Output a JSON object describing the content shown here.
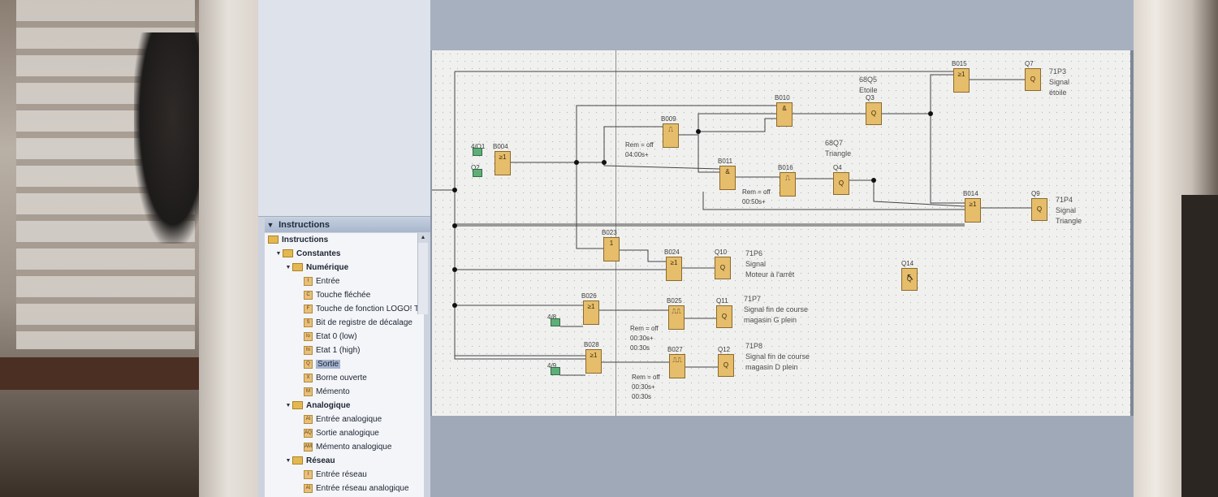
{
  "colors": {
    "block_fill": "#e6bd6b",
    "block_border": "#8a6a2a",
    "input_green": "#5fae78",
    "canvas_bg": "#f0f0ef",
    "pane_bg": "#ccd3df"
  },
  "panel": {
    "header": "Instructions",
    "tree": [
      {
        "label": "Instructions",
        "level": 0,
        "type": "folder",
        "bold": true
      },
      {
        "label": "Constantes",
        "level": 1,
        "type": "folder",
        "bold": true,
        "expanded": true
      },
      {
        "label": "Numérique",
        "level": 2,
        "type": "folder",
        "bold": true,
        "expanded": true
      },
      {
        "label": "Entrée",
        "level": 3,
        "type": "leaf",
        "icon": "I"
      },
      {
        "label": "Touche fléchée",
        "level": 3,
        "type": "leaf",
        "icon": "C"
      },
      {
        "label": "Touche de fonction LOGO! T",
        "level": 3,
        "type": "leaf",
        "icon": "F"
      },
      {
        "label": "Bit de registre de décalage",
        "level": 3,
        "type": "leaf",
        "icon": "S"
      },
      {
        "label": "Etat 0 (low)",
        "level": 3,
        "type": "leaf",
        "icon": "lo"
      },
      {
        "label": "Etat 1 (high)",
        "level": 3,
        "type": "leaf",
        "icon": "hi"
      },
      {
        "label": "Sortie",
        "level": 3,
        "type": "leaf",
        "icon": "Q",
        "selected": true
      },
      {
        "label": "Borne ouverte",
        "level": 3,
        "type": "leaf",
        "icon": "X"
      },
      {
        "label": "Mémento",
        "level": 3,
        "type": "leaf",
        "icon": "M"
      },
      {
        "label": "Analogique",
        "level": 2,
        "type": "folder",
        "bold": true,
        "expanded": true
      },
      {
        "label": "Entrée analogique",
        "level": 3,
        "type": "leaf",
        "icon": "AI"
      },
      {
        "label": "Sortie analogique",
        "level": 3,
        "type": "leaf",
        "icon": "AQ"
      },
      {
        "label": "Mémento analogique",
        "level": 3,
        "type": "leaf",
        "icon": "AM"
      },
      {
        "label": "Réseau",
        "level": 2,
        "type": "folder",
        "bold": true,
        "expanded": true
      },
      {
        "label": "Entrée réseau",
        "level": 3,
        "type": "leaf",
        "icon": "I"
      },
      {
        "label": "Entrée réseau analogique",
        "level": 3,
        "type": "leaf",
        "icon": "AI"
      }
    ]
  },
  "diagram": {
    "blocks": [
      {
        "id": "B004",
        "symbol": "≥1"
      },
      {
        "id": "B009",
        "symbol": "⎍"
      },
      {
        "id": "B010",
        "symbol": "&"
      },
      {
        "id": "B011",
        "symbol": "&"
      },
      {
        "id": "B015",
        "symbol": "≥1"
      },
      {
        "id": "B016",
        "symbol": "⎍"
      },
      {
        "id": "B014",
        "symbol": "≥1"
      },
      {
        "id": "B023",
        "symbol": "1"
      },
      {
        "id": "B024",
        "symbol": "≥1"
      },
      {
        "id": "B026",
        "symbol": "≥1"
      },
      {
        "id": "B025",
        "symbol": "⎍⎍"
      },
      {
        "id": "B028",
        "symbol": "≥1"
      },
      {
        "id": "B027",
        "symbol": "⎍⎍"
      }
    ],
    "outputs": [
      {
        "id": "Q7",
        "symbol": "Q",
        "comment": [
          "71P3",
          "Signal",
          "étoile"
        ]
      },
      {
        "id": "Q3",
        "symbol": "Q",
        "comment": [
          "68Q5",
          "Etoile"
        ]
      },
      {
        "id": "Q4",
        "symbol": "Q",
        "comment": [
          "68Q7",
          "Triangle"
        ]
      },
      {
        "id": "Q9",
        "symbol": "Q",
        "comment": [
          "71P4",
          "Signal",
          "Triangle"
        ]
      },
      {
        "id": "Q10",
        "symbol": "Q",
        "comment": [
          "71P6",
          "Signal",
          "Moteur à l'arrêt"
        ]
      },
      {
        "id": "Q11",
        "symbol": "Q",
        "comment": [
          "71P7",
          "Signal fin de course",
          "magasin G plein"
        ]
      },
      {
        "id": "Q12",
        "symbol": "Q",
        "comment": [
          "71P8",
          "Signal fin de course",
          "magasin D plein"
        ]
      },
      {
        "id": "Q14",
        "symbol": "Q",
        "comment": []
      }
    ],
    "inputs": [
      "4/Q1",
      "Q2",
      "4/8",
      "4/9"
    ],
    "params": {
      "B009": [
        "Rem = off",
        "04:00s+"
      ],
      "B016": [
        "Rem = off",
        "00:50s+"
      ],
      "B025": [
        "Rem = off",
        "00:30s+",
        "00:30s"
      ],
      "B027": [
        "Rem = off",
        "00:30s+",
        "00:30s"
      ]
    }
  }
}
